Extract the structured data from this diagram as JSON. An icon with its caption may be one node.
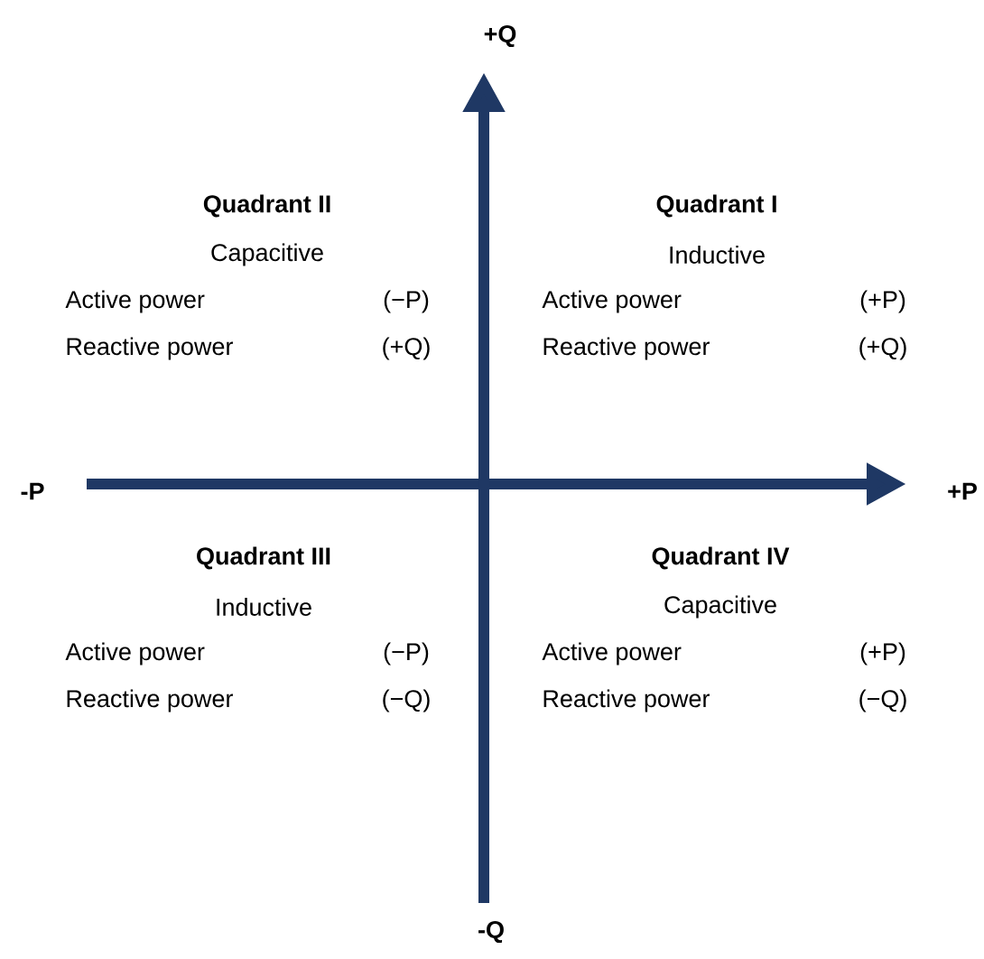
{
  "diagram": {
    "labels": [
      "+Q",
      "Quadrant II",
      "Capacitive",
      "Active power",
      "(−P)",
      "Reactive power",
      "(+Q)",
      "Quadrant I",
      "Inductive",
      "Active power",
      "(+P)",
      "Reactive power",
      "(+Q)",
      "-P",
      "+P",
      "Quadrant III",
      "Inductive",
      "Active power",
      "(−P)",
      "Reactive power",
      "(−Q)",
      "Quadrant IV",
      "Capacitive",
      "Active power",
      "(+P)",
      "Reactive power",
      "(−Q)",
      "-Q"
    ]
  }
}
